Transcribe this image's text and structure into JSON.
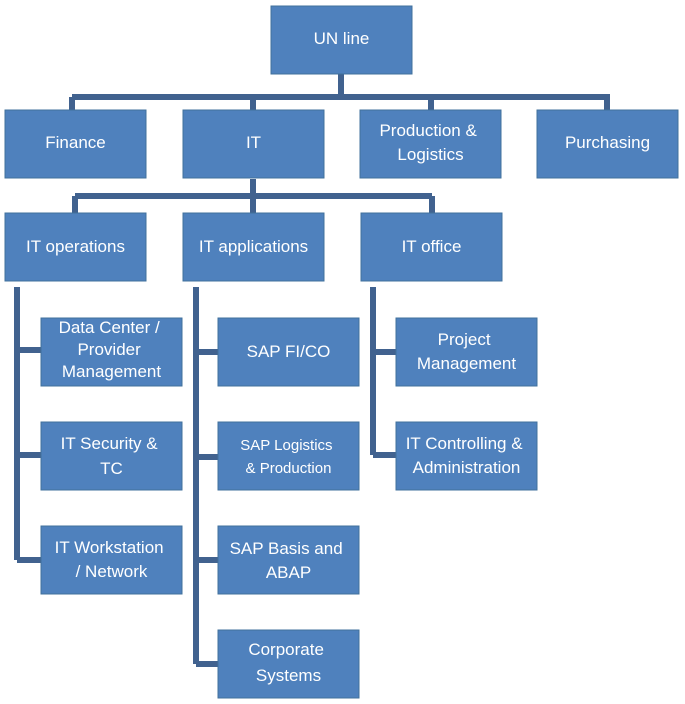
{
  "root": {
    "label": [
      "UN line"
    ]
  },
  "departments": [
    {
      "label": [
        "Finance"
      ]
    },
    {
      "label": [
        "IT"
      ]
    },
    {
      "label": [
        "Production &",
        "Logistics"
      ]
    },
    {
      "label": [
        "Purchasing"
      ]
    }
  ],
  "it_divisions": [
    {
      "label": [
        "IT operations"
      ]
    },
    {
      "label": [
        "IT applications"
      ]
    },
    {
      "label": [
        "IT office"
      ]
    }
  ],
  "it_operations_units": [
    {
      "label": [
        "Data Center /",
        "Provider",
        "Management"
      ]
    },
    {
      "label": [
        "IT Security &",
        "TC"
      ]
    },
    {
      "label": [
        "IT Workstation",
        "/ Network"
      ]
    }
  ],
  "it_applications_units": [
    {
      "label": [
        "SAP FI/CO"
      ]
    },
    {
      "label": [
        "SAP Logistics",
        "& Production"
      ]
    },
    {
      "label": [
        "SAP Basis and",
        "ABAP"
      ]
    },
    {
      "label": [
        "Corporate",
        "Systems"
      ]
    }
  ],
  "it_office_units": [
    {
      "label": [
        "Project",
        "Management"
      ]
    },
    {
      "label": [
        "IT Controlling &",
        "Administration"
      ]
    }
  ],
  "colors": {
    "box_fill": "#4f81bd",
    "box_border": "#41719c",
    "connector": "#41628f",
    "text": "#ffffff"
  }
}
